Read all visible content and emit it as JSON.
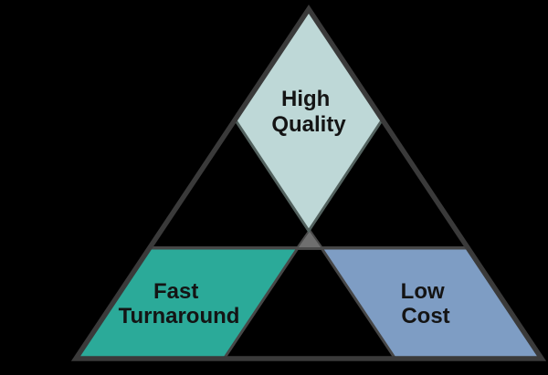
{
  "diagram": {
    "labels": {
      "quality": {
        "line1": "High",
        "line2": "Quality"
      },
      "turnaround": {
        "line1": "Fast",
        "line2": "Turnaround"
      },
      "cost": {
        "line1": "Low",
        "line2": "Cost"
      }
    },
    "colors": {
      "background": "#000000",
      "quality_fill": "#bed8d7",
      "turnaround_fill": "#2baa99",
      "cost_fill": "#7e9dc4",
      "center_fill": "#6f6f6f",
      "outline": "#3a3a3a",
      "divider": "#454545",
      "text": "#141414"
    }
  }
}
